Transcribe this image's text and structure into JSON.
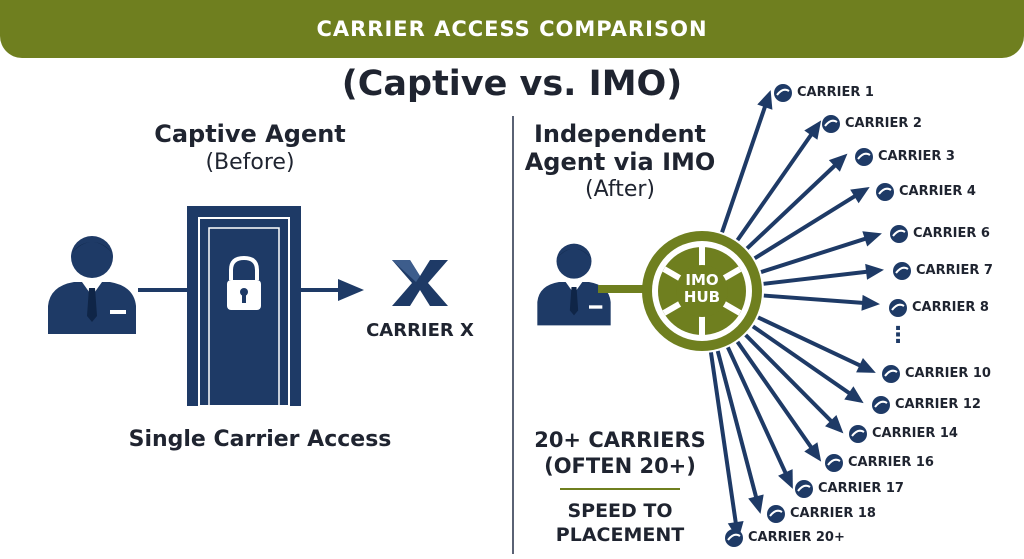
{
  "header": {
    "title": "CARRIER ACCESS COMPARISON",
    "subtitle": "(Captive vs. IMO)"
  },
  "left": {
    "heading": "Captive Agent",
    "qualifier": "(Before)",
    "carrier_label": "CARRIER X",
    "caption": "Single Carrier Access"
  },
  "right": {
    "heading_line1": "Independent",
    "heading_line2": "Agent via IMO",
    "qualifier": "(After)",
    "hub_line1": "IMO",
    "hub_line2": "HUB",
    "summary_line1": "20+ CARRIERS",
    "summary_line2": "(OFTEN 20+)",
    "benefit_line1": "SPEED TO",
    "benefit_line2": "PLACEMENT",
    "ellipsis": "⋮"
  },
  "carriers": [
    "CARRIER 1",
    "CARRIER 2",
    "CARRIER 3",
    "CARRIER 4",
    "CARRIER 6",
    "CARRIER 7",
    "CARRIER 8",
    "CARRIER 10",
    "CARRIER 12",
    "CARRIER 14",
    "CARRIER 16",
    "CARRIER 17",
    "CARRIER 18",
    "CARRIER 20+"
  ],
  "colors": {
    "navy": "#1e3a66",
    "olive": "#6f7f1f",
    "dark_text": "#1f2430"
  }
}
